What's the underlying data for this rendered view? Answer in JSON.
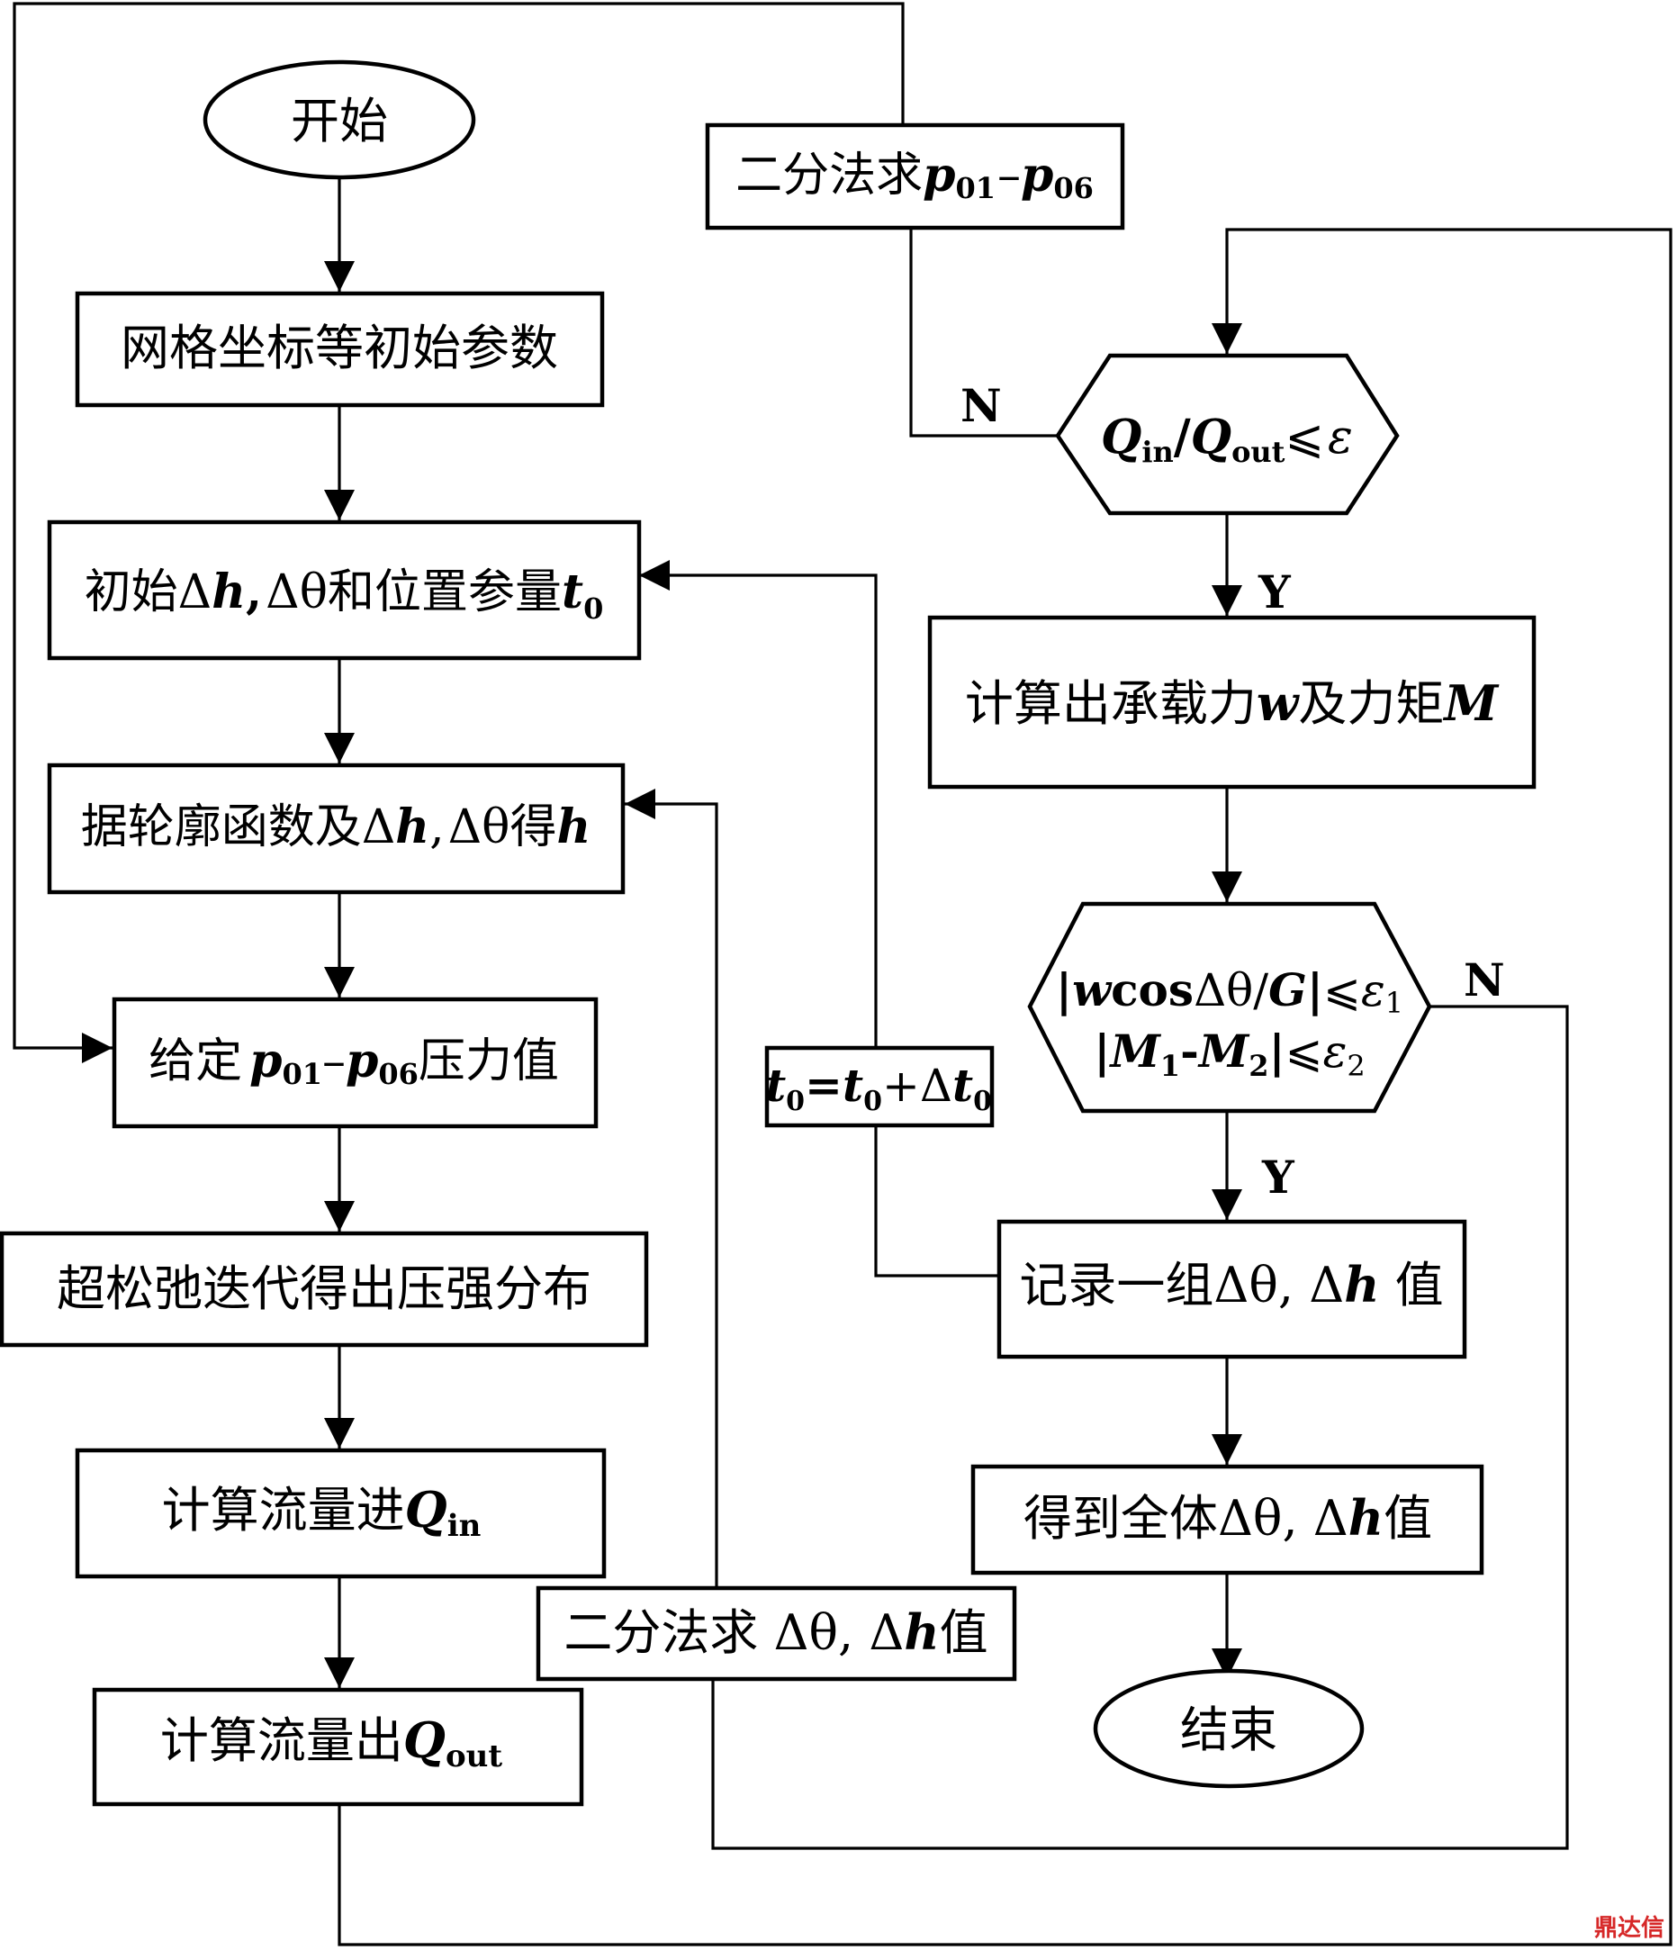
{
  "nodes": {
    "start": "开始",
    "init_params": "网格坐标等初始参数",
    "init_dh": {
      "prefix": "初始",
      "dh": "Δ",
      "h": "h",
      "comma": ",",
      "dtheta": "Δθ",
      "mid": "和位置参量",
      "t": "t",
      "sub0": "0"
    },
    "profile": {
      "prefix": "据轮廓函数及",
      "d": "Δ",
      "h1": "h",
      "comma": ",",
      "dtheta": "Δθ",
      "de": "得",
      "h2": "h"
    },
    "set_p": {
      "prefix": "给定",
      "p1": "p",
      "sub1": "01",
      "dash": "–",
      "p2": "p",
      "sub2": "06",
      "suffix": "压力值"
    },
    "sor": "超松弛迭代得出压强分布",
    "q_in": {
      "text": "计算流量进",
      "q": "Q",
      "sub": "in"
    },
    "q_out": {
      "text": "计算流量出",
      "q": "Q",
      "sub": "out"
    },
    "bisect_p": {
      "text": "二分法求",
      "p1": "p",
      "sub1": "01",
      "dash": "–",
      "p2": "p",
      "sub2": "06"
    },
    "q_check": {
      "q1": "Q",
      "sub1": "in",
      "slash": "/",
      "q2": "Q",
      "sub2": "out",
      "rel": "⩽",
      "eps": "ε"
    },
    "load": {
      "text": "计算出承载力",
      "w": "w",
      "mid": "及力矩",
      "m": "M"
    },
    "w_check": {
      "line1_open": "|",
      "w": "w",
      "cos": "cos",
      "dtheta": "Δθ/",
      "g": "G",
      "close": "|",
      "rel": "⩽",
      "eps": "ε",
      "sub_eps1": "1",
      "line2_open": "|",
      "m1": "M",
      "sub1": "1",
      "dash": "-",
      "m2": "M",
      "sub2": "2",
      "close2": "|",
      "rel2": "⩽",
      "eps2": "ε",
      "sub_eps2": "2"
    },
    "t0_update": {
      "t1": "t",
      "s1": "0",
      "eq": "=",
      "t2": "t",
      "s2": "0",
      "plus": "+Δ",
      "t3": "t",
      "s3": "0"
    },
    "record": {
      "text": "记录一组",
      "dtheta": "Δθ,",
      "d": " Δ",
      "h": "h",
      "suffix": " 值"
    },
    "bisect_dtheta": {
      "text": "二分法求 ",
      "dtheta": "Δθ,",
      "d": " Δ",
      "h": "h",
      "suffix": "值"
    },
    "all_values": {
      "text": "得到全体",
      "dtheta": "Δθ,",
      "d": " Δ",
      "h": "h",
      "suffix": "值"
    },
    "end": "结束"
  },
  "edge_labels": {
    "n1": "N",
    "y1": "Y",
    "n2": "N",
    "y2": "Y"
  },
  "watermark": "鼎达信"
}
